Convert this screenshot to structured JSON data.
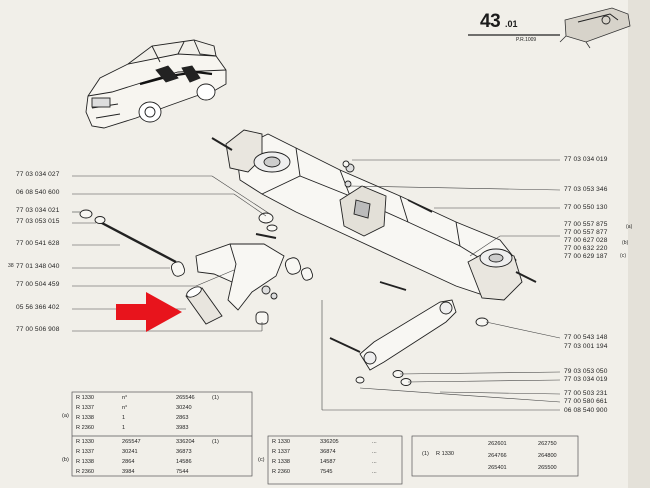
{
  "header": {
    "section_number": "43",
    "section_sub": ".01",
    "page_ref": "P.R.1009"
  },
  "labels_left": [
    "77 03 034 027",
    "06 08 540 600",
    "77 03 034 021",
    "77 03 053 015",
    "77 00 541 628",
    "77 01 348 040",
    "77 00 504 459",
    "05 56 366 402",
    "77 00 506 908"
  ],
  "label_left_marker": "38",
  "labels_right": [
    "77 03 034 019",
    "77 03 053 346",
    "77 00 550 130",
    "77 00 557 875",
    "77 00 557 877",
    "77 00 627 028",
    "77 00 632 220",
    "77 00 629 187",
    "77 00 543 148",
    "77 03 001 194",
    "79 03 053 050",
    "77 03 034 019",
    "77 00 503 231",
    "77 00 580 661"
  ],
  "label_right_notes": [
    "(a)",
    "(b)",
    "(c)"
  ],
  "label_bottom_center": "06 08 540 900",
  "table_a": {
    "tag": "(a)",
    "rows": [
      {
        "model": "R 1330",
        "from": "n°",
        "to": "265546",
        "note": "(1)"
      },
      {
        "model": "R 1337",
        "from": "n°",
        "to": "30240",
        "note": ""
      },
      {
        "model": "R 1338",
        "from": "1",
        "to": "2863",
        "note": ""
      },
      {
        "model": "R 2360",
        "from": "1",
        "to": "3983",
        "note": ""
      }
    ]
  },
  "table_b": {
    "tag": "(b)",
    "rows": [
      {
        "model": "R 1330",
        "from": "265547",
        "to": "336204",
        "note": "(1)"
      },
      {
        "model": "R 1337",
        "from": "30241",
        "to": "36873",
        "note": ""
      },
      {
        "model": "R 1338",
        "from": "2864",
        "to": "14586",
        "note": ""
      },
      {
        "model": "R 2360",
        "from": "3984",
        "to": "7544",
        "note": ""
      }
    ]
  },
  "table_c": {
    "tag": "(c)",
    "rows": [
      {
        "model": "R 1330",
        "from": "336205",
        "to": "...",
        "note": ""
      },
      {
        "model": "R 1337",
        "from": "36874",
        "to": "...",
        "note": ""
      },
      {
        "model": "R 1338",
        "from": "14587",
        "to": "...",
        "note": ""
      },
      {
        "model": "R 2360",
        "from": "7545",
        "to": "...",
        "note": ""
      }
    ]
  },
  "table_d": {
    "tag": "(1)",
    "model": "R 1330",
    "rows": [
      {
        "from": "262601",
        "to": "262750"
      },
      {
        "from": "264766",
        "to": "264800"
      },
      {
        "from": "265401",
        "to": "265500"
      }
    ]
  },
  "colors": {
    "paper": "#f1efe9",
    "ink": "#1c1c1c",
    "arrow": "#e8141c"
  },
  "icons": [
    "car-illustration",
    "rear-axle-exploded-view",
    "red-pointer-arrow",
    "header-axle-thumbnail"
  ]
}
